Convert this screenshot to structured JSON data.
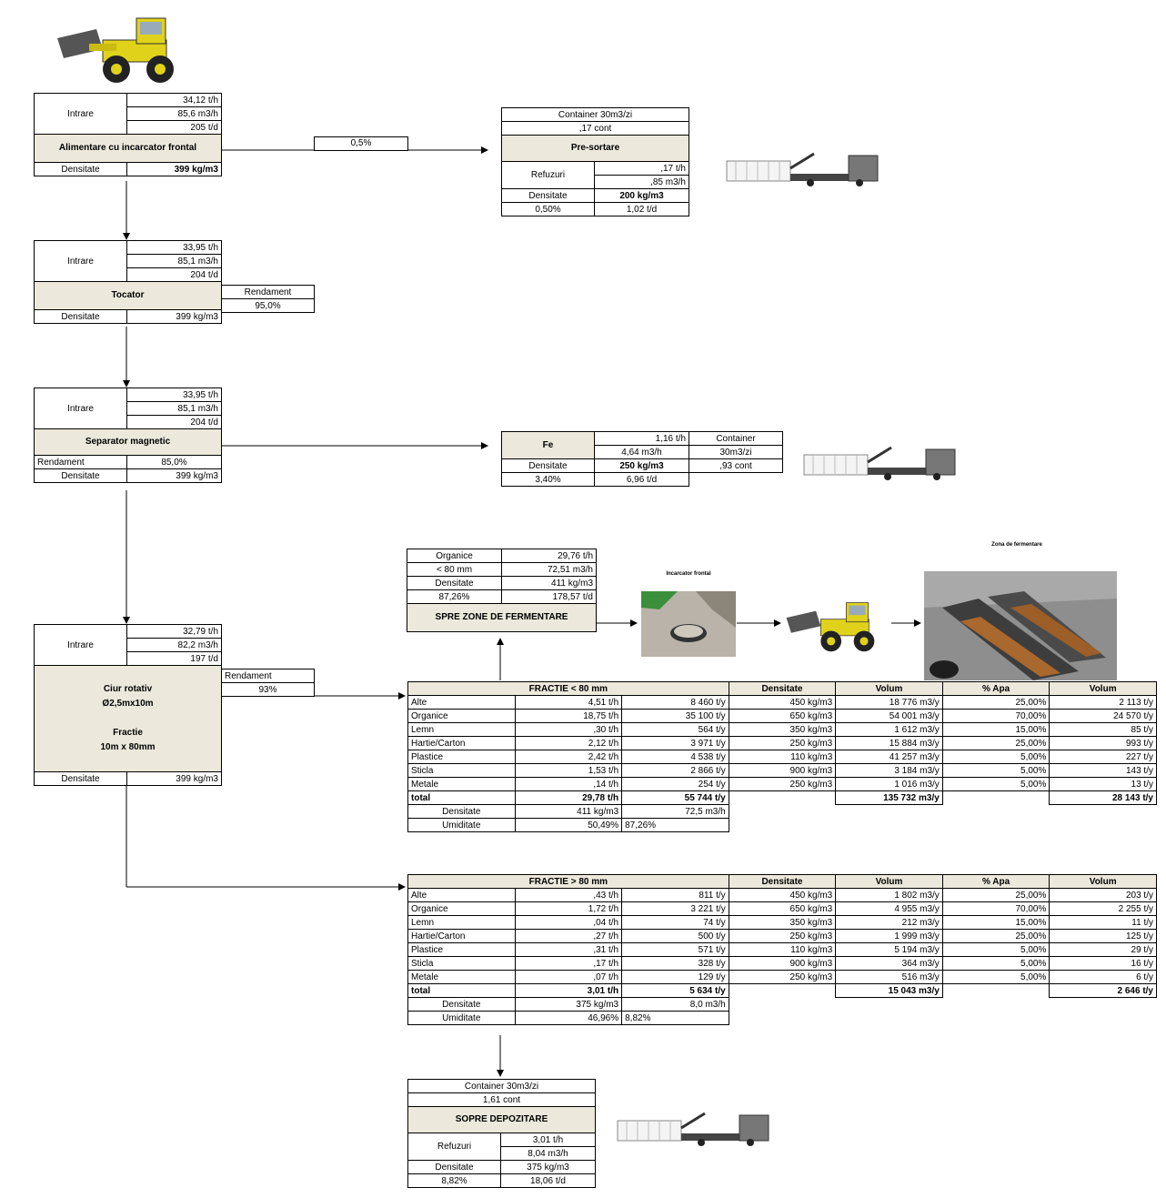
{
  "loader_box": {
    "intrare": "Intrare",
    "v1": "34,12  t/h",
    "v2": "85,6  m3/h",
    "v3": "205  t/d",
    "title": "Alimentare cu incarcator frontal",
    "dens_label": "Densitate",
    "dens_value": "399  kg/m3",
    "link_pct": "0,5%"
  },
  "presort_box": {
    "container": "Container 30m3/zi",
    "cont": ",17  cont",
    "title": "Pre-sortare",
    "refuzuri": "Refuzuri",
    "r1": ",17  t/h",
    "r2": ",85  m3/h",
    "dens_label": "Densitate",
    "dens_value": "200  kg/m3",
    "pct": "0,50%",
    "td": "1,02  t/d"
  },
  "tocator_box": {
    "intrare": "Intrare",
    "v1": "33,95  t/h",
    "v2": "85,1  m3/h",
    "v3": "204  t/d",
    "title": "Tocator",
    "rend_label": "Rendament",
    "rend_value": "95,0%",
    "dens_label": "Densitate",
    "dens_value": "399  kg/m3"
  },
  "magnetic_box": {
    "intrare": "Intrare",
    "v1": "33,95  t/h",
    "v2": "85,1  m3/h",
    "v3": "204  t/d",
    "title": "Separator magnetic",
    "rend_label": "Rendament",
    "rend_value": "85,0%",
    "dens_label": "Densitate",
    "dens_value": "399  kg/m3"
  },
  "fe_box": {
    "title": "Fe",
    "v1": "1,16  t/h",
    "v2": "4,64  m3/h",
    "container1": "Container",
    "container2": "30m3/zi",
    "dens_label": "Densitate",
    "dens_value": "250  kg/m3",
    "cont": ",93  cont",
    "pct": "3,40%",
    "td": "6,96  t/d"
  },
  "fermentare_box": {
    "org_label": "Organice",
    "org_sub": "< 80 mm",
    "v1": "29,76  t/h",
    "v2": "72,51  m3/h",
    "dens_label": "Densitate",
    "dens_value": "411  kg/m3",
    "pct": "87,26%",
    "td": "178,57  t/d",
    "title": "SPRE ZONE DE FERMENTARE"
  },
  "images": {
    "caption_middle": "Incarcator frontal",
    "caption_right": "Zona de fermentare"
  },
  "ciur_box": {
    "intrare": "Intrare",
    "v1": "32,79  t/h",
    "v2": "82,2  m3/h",
    "v3": "197  t/d",
    "title1": "Ciur rotativ",
    "title2": "Ø2,5mx10m",
    "title3": "Fractie",
    "title4": "10m x 80mm",
    "rend_label": "Rendament",
    "rend_value": "93%",
    "dens_label": "Densitate",
    "dens_value": "399  kg/m3"
  },
  "fraction_small": {
    "headers": [
      "FRACTIE < 80 mm",
      "Densitate",
      "Volum",
      "% Apa",
      "Volum"
    ],
    "rows": [
      [
        "Alte",
        "4,51  t/h",
        "8 460  t/y",
        "450  kg/m3",
        "18 776  m3/y",
        "25,00%",
        "2 113  t/y"
      ],
      [
        "Organice",
        "18,75  t/h",
        "35 100  t/y",
        "650  kg/m3",
        "54 001  m3/y",
        "70,00%",
        "24 570  t/y"
      ],
      [
        "Lemn",
        ",30  t/h",
        "564  t/y",
        "350  kg/m3",
        "1 612  m3/y",
        "15,00%",
        "85  t/y"
      ],
      [
        "Hartie/Carton",
        "2,12  t/h",
        "3 971  t/y",
        "250  kg/m3",
        "15 884  m3/y",
        "25,00%",
        "993  t/y"
      ],
      [
        "Plastice",
        "2,42  t/h",
        "4 538  t/y",
        "110  kg/m3",
        "41 257  m3/y",
        "5,00%",
        "227  t/y"
      ],
      [
        "Sticla",
        "1,53  t/h",
        "2 866  t/y",
        "900  kg/m3",
        "3 184  m3/y",
        "5,00%",
        "143  t/y"
      ],
      [
        "Metale",
        ",14  t/h",
        "254  t/y",
        "250  kg/m3",
        "1 016  m3/y",
        "5,00%",
        "13  t/y"
      ]
    ],
    "total_label": "total",
    "total_th": "29,78  t/h",
    "total_ty": "55 744  t/y",
    "total_vol": "135 732  m3/y",
    "total_water": "28 143  t/y",
    "dens_label": "Densitate",
    "dens_value": "411  kg/m3",
    "dens_m3h": "72,5  m3/h",
    "um_label": "Umiditate",
    "um_value": "50,49%",
    "um_pct": "87,26%"
  },
  "fraction_large": {
    "headers": [
      "FRACTIE > 80 mm",
      "Densitate",
      "Volum",
      "% Apa",
      "Volum"
    ],
    "rows": [
      [
        "Alte",
        ",43  t/h",
        "811  t/y",
        "450  kg/m3",
        "1 802  m3/y",
        "25,00%",
        "203  t/y"
      ],
      [
        "Organice",
        "1,72  t/h",
        "3 221  t/y",
        "650  kg/m3",
        "4 955  m3/y",
        "70,00%",
        "2 255  t/y"
      ],
      [
        "Lemn",
        ",04  t/h",
        "74  t/y",
        "350  kg/m3",
        "212  m3/y",
        "15,00%",
        "11  t/y"
      ],
      [
        "Hartie/Carton",
        ",27  t/h",
        "500  t/y",
        "250  kg/m3",
        "1 999  m3/y",
        "25,00%",
        "125  t/y"
      ],
      [
        "Plastice",
        ",31  t/h",
        "571  t/y",
        "110  kg/m3",
        "5 194  m3/y",
        "5,00%",
        "29  t/y"
      ],
      [
        "Sticla",
        ",17  t/h",
        "328  t/y",
        "900  kg/m3",
        "364  m3/y",
        "5,00%",
        "16  t/y"
      ],
      [
        "Metale",
        ",07  t/h",
        "129  t/y",
        "250  kg/m3",
        "516  m3/y",
        "5,00%",
        "6  t/y"
      ]
    ],
    "total_label": "total",
    "total_th": "3,01  t/h",
    "total_ty": "5 634  t/y",
    "total_vol": "15 043  m3/y",
    "total_water": "2 646  t/y",
    "dens_label": "Densitate",
    "dens_value": "375  kg/m3",
    "dens_m3h": "8,0  m3/h",
    "um_label": "Umiditate",
    "um_value": "46,96%",
    "um_pct": "8,82%"
  },
  "depozitare_box": {
    "container": "Container 30m3/zi",
    "cont": "1,61  cont",
    "title": "SOPRE DEPOZITARE",
    "refuzuri": "Refuzuri",
    "r1": "3,01  t/h",
    "r2": "8,04  m3/h",
    "dens_label": "Densitate",
    "dens_value": "375  kg/m3",
    "pct": "8,82%",
    "td": "18,06  t/d"
  },
  "colors": {
    "header_fill": "#ece9dc",
    "loader_yellow": "#e0d21a",
    "line": "#000000"
  }
}
